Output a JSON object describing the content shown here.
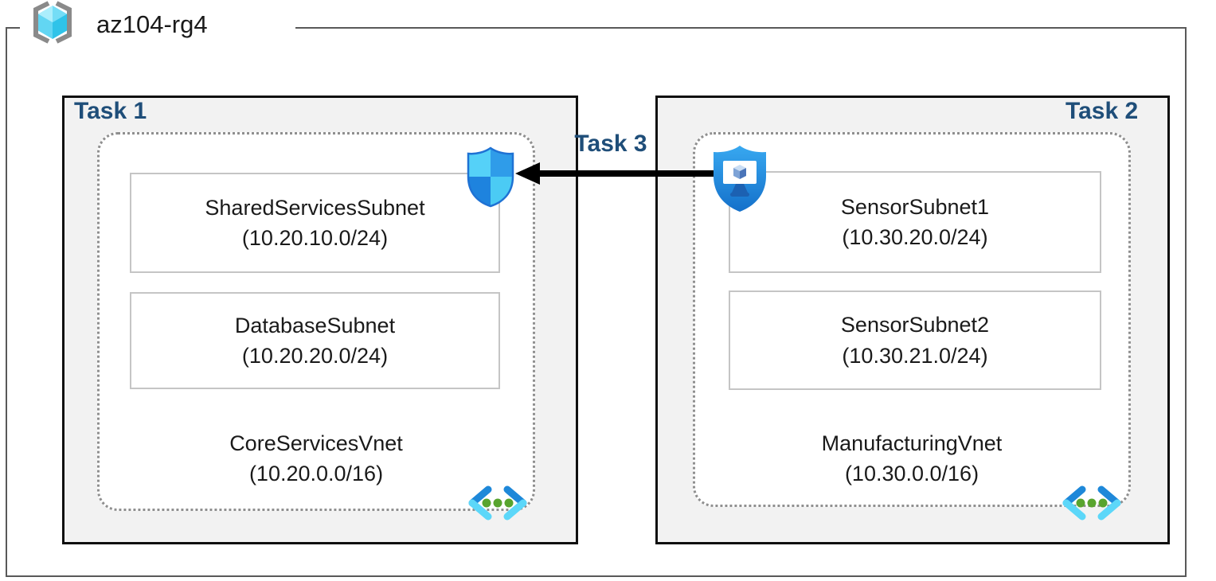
{
  "resource_group": {
    "name": "az104-rg4"
  },
  "labels": {
    "task1": "Task 1",
    "task2": "Task 2",
    "task3": "Task 3"
  },
  "colors": {
    "task_label": "#1f4e79",
    "task_box_fill": "#f2f2f2",
    "task_box_border": "#0f0f0f",
    "outer_border": "#595959",
    "dotted_border": "#8f8f8f",
    "subnet_border": "#c5c5c5",
    "arrow": "#000000",
    "vnet_chevron_dark": "#1e88d9",
    "vnet_chevron_light": "#5cd7f9",
    "vnet_dot_green": "#58a42e"
  },
  "icons": {
    "resource_group": "resource-group-bracket-cube-icon",
    "virtual_network": "vnet-chevron-dots-icon",
    "defender": "defender-shield-icon",
    "bastion": "bastion-shield-monitor-icon"
  },
  "vnets": [
    {
      "name": "CoreServicesVnet",
      "cidr": "(10.20.0.0/16)",
      "subnets": [
        {
          "name": "SharedServicesSubnet",
          "cidr": "(10.20.10.0/24)"
        },
        {
          "name": "DatabaseSubnet",
          "cidr": "(10.20.20.0/24)"
        }
      ]
    },
    {
      "name": "ManufacturingVnet",
      "cidr": "(10.30.0.0/16)",
      "subnets": [
        {
          "name": "SensorSubnet1",
          "cidr": "(10.30.20.0/24)"
        },
        {
          "name": "SensorSubnet2",
          "cidr": "(10.30.21.0/24)"
        }
      ]
    }
  ]
}
